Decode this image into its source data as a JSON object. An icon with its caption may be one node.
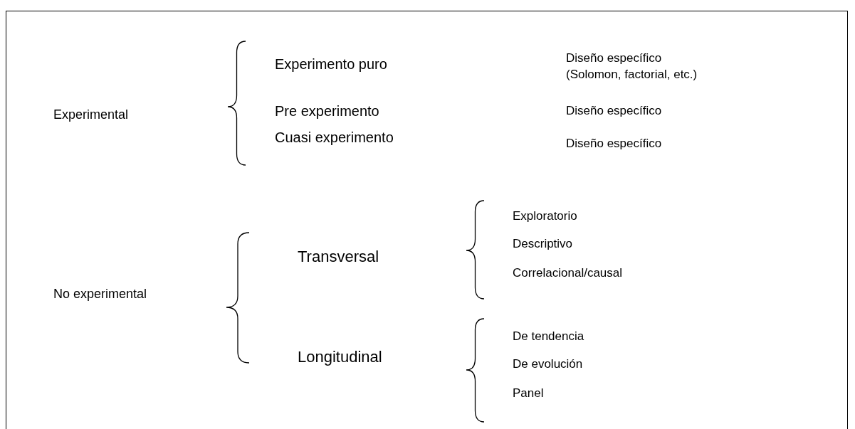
{
  "diagram": {
    "labels": [
      "Experimento puro",
      "Diseño específico (Solomon, factorial, etc.)",
      "Experimental",
      "Pre experimento",
      "Diseño específico",
      "Cuasi experimento",
      "Diseño específico",
      "Exploratorio",
      "Transversal",
      "Descriptivo",
      "Correlacional/causal",
      "No experimental",
      "De tendencia",
      "Longitudinal",
      "De evolución",
      "Panel"
    ]
  }
}
